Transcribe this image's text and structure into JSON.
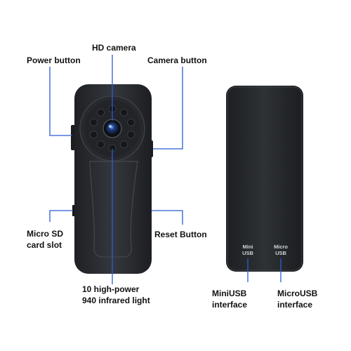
{
  "labels": {
    "hd_camera": "HD camera",
    "power_button": "Power button",
    "camera_button": "Camera button",
    "micro_sd_line1": "Micro SD",
    "micro_sd_line2": "card slot",
    "reset_button": "Reset Button",
    "infrared_line1": "10 high-power",
    "infrared_line2": "940 infrared light",
    "miniusb_line1": "MiniUSB",
    "miniusb_line2": "interface",
    "microusb_line1": "MicroUSB",
    "microusb_line2": "interface"
  },
  "back_panel": {
    "mini_top": "Mini",
    "mini_bottom": "USB",
    "micro_top": "Micro",
    "micro_bottom": "USB"
  },
  "colors": {
    "leader_line": "#2b5bd7",
    "device_body": "#2a2d31",
    "text": "#111111"
  }
}
